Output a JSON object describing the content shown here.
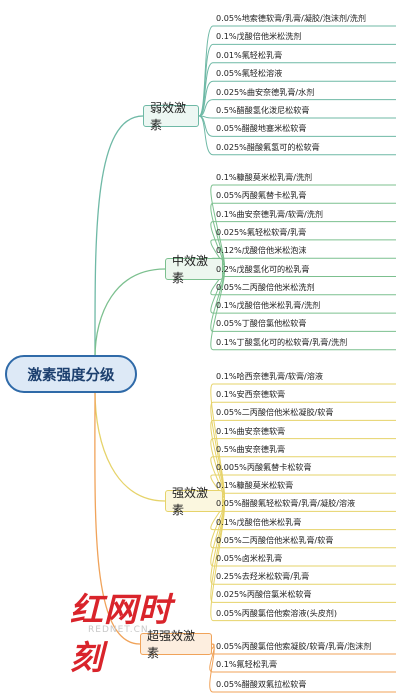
{
  "root": {
    "label": "激素强度分级"
  },
  "categories": [
    {
      "label": "弱效激素",
      "color": "#6fb9a6",
      "fill": "#edf7f3",
      "items": [
        "0.05%地索德软膏/乳膏/凝胶/泡沫剂/洗剂",
        "0.1%戊酸倍他米松洗剂",
        "0.01%氟轻松乳膏",
        "0.05%氟轻松溶液",
        "0.025%曲安奈德乳膏/水剂",
        "0.5%醋酸氢化泼尼松软膏",
        "0.05%醋酸地塞米松软膏",
        "0.025%醋酸氟氢可的松软膏"
      ]
    },
    {
      "label": "中效激素",
      "color": "#7cc08f",
      "fill": "#edf7ef",
      "items": [
        "0.1%糠酸莫米松乳膏/洗剂",
        "0.05%丙酸氟替卡松乳膏",
        "0.1%曲安奈德乳膏/软膏/洗剂",
        "0.025%氟轻松软膏/乳膏",
        "0.12%戊酸倍他米松泡沫",
        "0.2%戊酸氢化可的松乳膏",
        "0.05%二丙酸倍他米松洗剂",
        "0.1%戊酸倍他米松乳膏/洗剂",
        "0.05%丁酸倍氯他松软膏",
        "0.1%丁酸氢化可的松软膏/乳膏/洗剂"
      ]
    },
    {
      "label": "强效激素",
      "color": "#e6d36a",
      "fill": "#fbf7df",
      "items": [
        "0.1%哈西奈德乳膏/软膏/溶液",
        "0.1%安西奈德软膏",
        "0.05%二丙酸倍他米松凝胶/软膏",
        "0.1%曲安奈德软膏",
        "0.5%曲安奈德乳膏",
        "0.005%丙酸氟替卡松软膏",
        "0.1%糠酸莫米松软膏",
        "0.05%醋酸氟轻松软膏/乳膏/凝胶/溶液",
        "0.1%戊酸倍他米松乳膏",
        "0.05%二丙酸倍他米松乳膏/软膏",
        "0.05%卤米松乳膏",
        "0.25%去羟米松软膏/乳膏",
        "0.025%丙酸倍氯米松软膏",
        "0.05%丙酸氯倍他索溶液(头皮剂)"
      ]
    },
    {
      "label": "超强效激素",
      "color": "#f0a35a",
      "fill": "#fdeedf",
      "items": [
        "0.05%丙酸氯倍他索凝胶/软膏/乳膏/泡沫剂",
        "0.1%氟轻松乳膏",
        "0.05%醋酸双氟拉松软膏"
      ]
    }
  ],
  "watermark": {
    "logo": "红网时刻",
    "site": "REDNET.CN"
  }
}
